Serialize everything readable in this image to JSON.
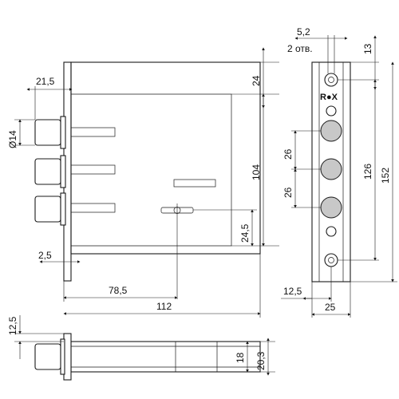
{
  "dimensions": {
    "d21_5": "21,5",
    "d14": "Ø14",
    "d2_5": "2,5",
    "d78_5": "78,5",
    "d112": "112",
    "d24": "24",
    "d104": "104",
    "d24_5": "24,5",
    "d5_2": "5,2",
    "d2holes": "2 отв.",
    "d13": "13",
    "d26a": "26",
    "d26b": "26",
    "d126": "126",
    "d152": "152",
    "d12_5r": "12,5",
    "d25": "25",
    "d12_5b": "12,5",
    "d18": "18",
    "d20_3": "20,3"
  },
  "brand": "R●X"
}
